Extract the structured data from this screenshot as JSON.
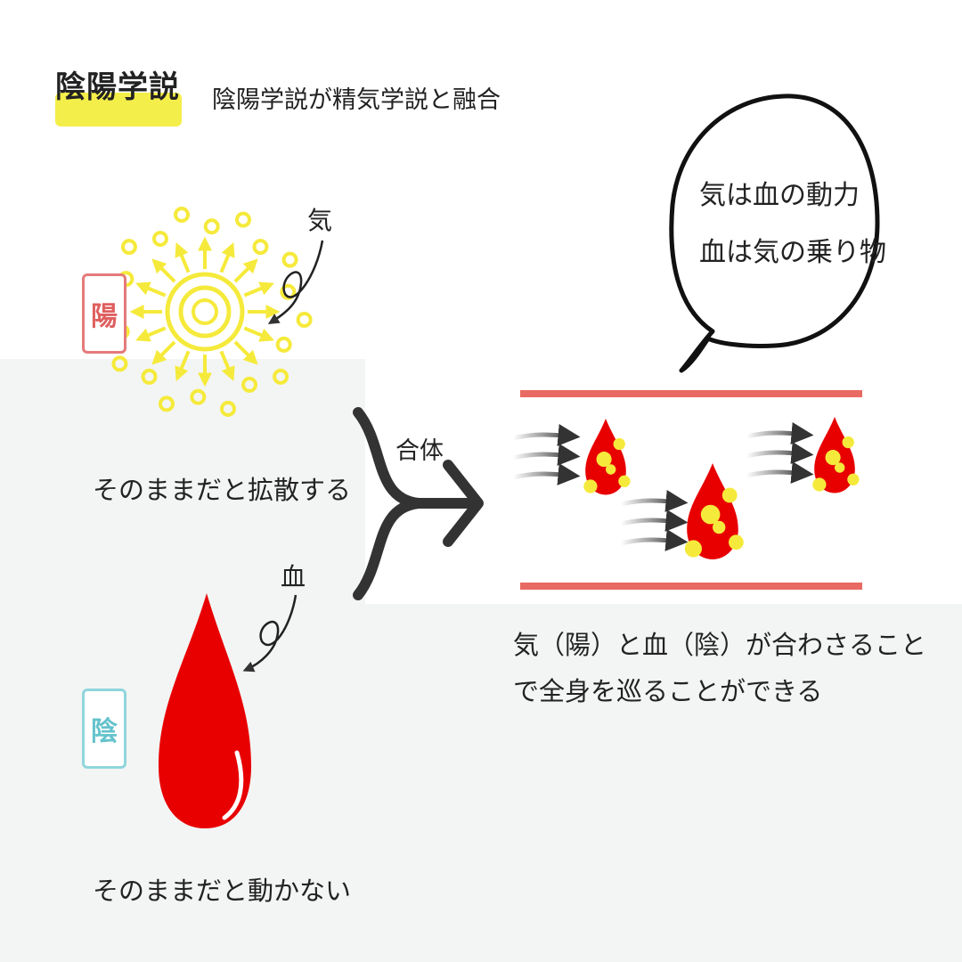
{
  "header": {
    "title": "陰陽学説",
    "subtitle": "陰陽学説が精気学説と融合"
  },
  "yang": {
    "badge": "陽",
    "pointer_label": "気",
    "caption": "そのままだと拡散する"
  },
  "yin": {
    "badge": "陰",
    "pointer_label": "血",
    "caption": "そのままだと動かない"
  },
  "merge": {
    "label": "合体"
  },
  "speech_bubble": {
    "line1": "気は血の動力",
    "line2": "血は気の乗り物"
  },
  "result": {
    "caption_line1": "気（陽）と血（陰）が合わさること",
    "caption_line2": "で全身を巡ることができる"
  },
  "colors": {
    "qi_yellow": "#f5ea3b",
    "blood_red": "#e80000",
    "vessel_line": "#e86a62",
    "highlight": "#f4ee4a",
    "yang_badge": "#e57a7a",
    "yin_badge": "#8fd6dc",
    "background_band": "#f3f5f4"
  }
}
